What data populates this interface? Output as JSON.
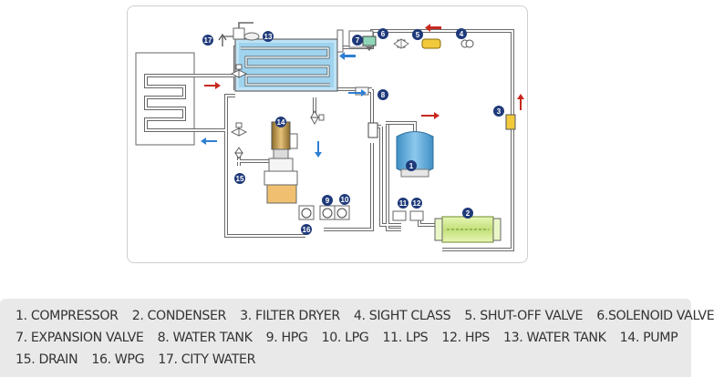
{
  "components": [
    {
      "number": "1",
      "label": "COMPRESSOR"
    },
    {
      "number": "2",
      "label": "CONDENSER"
    },
    {
      "number": "3",
      "label": "FILTER DRYER"
    },
    {
      "number": "4",
      "label": "SIGHT CLASS"
    },
    {
      "number": "5",
      "label": "SHUT-OFF VALVE"
    },
    {
      "number": "6",
      "label": "SOLENOID VALVE"
    },
    {
      "number": "7",
      "label": "EXPANSION VALVE"
    },
    {
      "number": "8",
      "label": "WATER TANK"
    },
    {
      "number": "9",
      "label": "HPG"
    },
    {
      "number": "10",
      "label": "LPG"
    },
    {
      "number": "11",
      "label": "LPS"
    },
    {
      "number": "12",
      "label": "HPS"
    },
    {
      "number": "13",
      "label": "WATER TANK"
    },
    {
      "number": "14",
      "label": "PUMP"
    },
    {
      "number": "15",
      "label": "DRAIN"
    },
    {
      "number": "16",
      "label": "WPG"
    },
    {
      "number": "17",
      "label": "CITY WATER"
    }
  ],
  "legend": {
    "row1": [
      "1. COMPRESSOR",
      "2. CONDENSER",
      "3. FILTER DRYER",
      "4. SIGHT CLASS",
      "5. SHUT-OFF VALVE",
      "6.SOLENOID VALVE"
    ],
    "row2": [
      "7. EXPANSION VALVE",
      "8. WATER TANK",
      "9. HPG",
      "10. LPG",
      "11. LPS",
      "12. HPS",
      "13. WATER TANK",
      "14. PUMP"
    ],
    "row3": [
      "15. DRAIN",
      "16.  WPG",
      "17. CITY WATER"
    ]
  },
  "colors": {
    "badge": "#1f3a7a",
    "arrow_red": "#c8281e",
    "arrow_blue": "#2f7fd1",
    "tank_blue": "#6fb3dd",
    "condenser_green": "#cde98a",
    "pipe": "#5a5a5a"
  }
}
